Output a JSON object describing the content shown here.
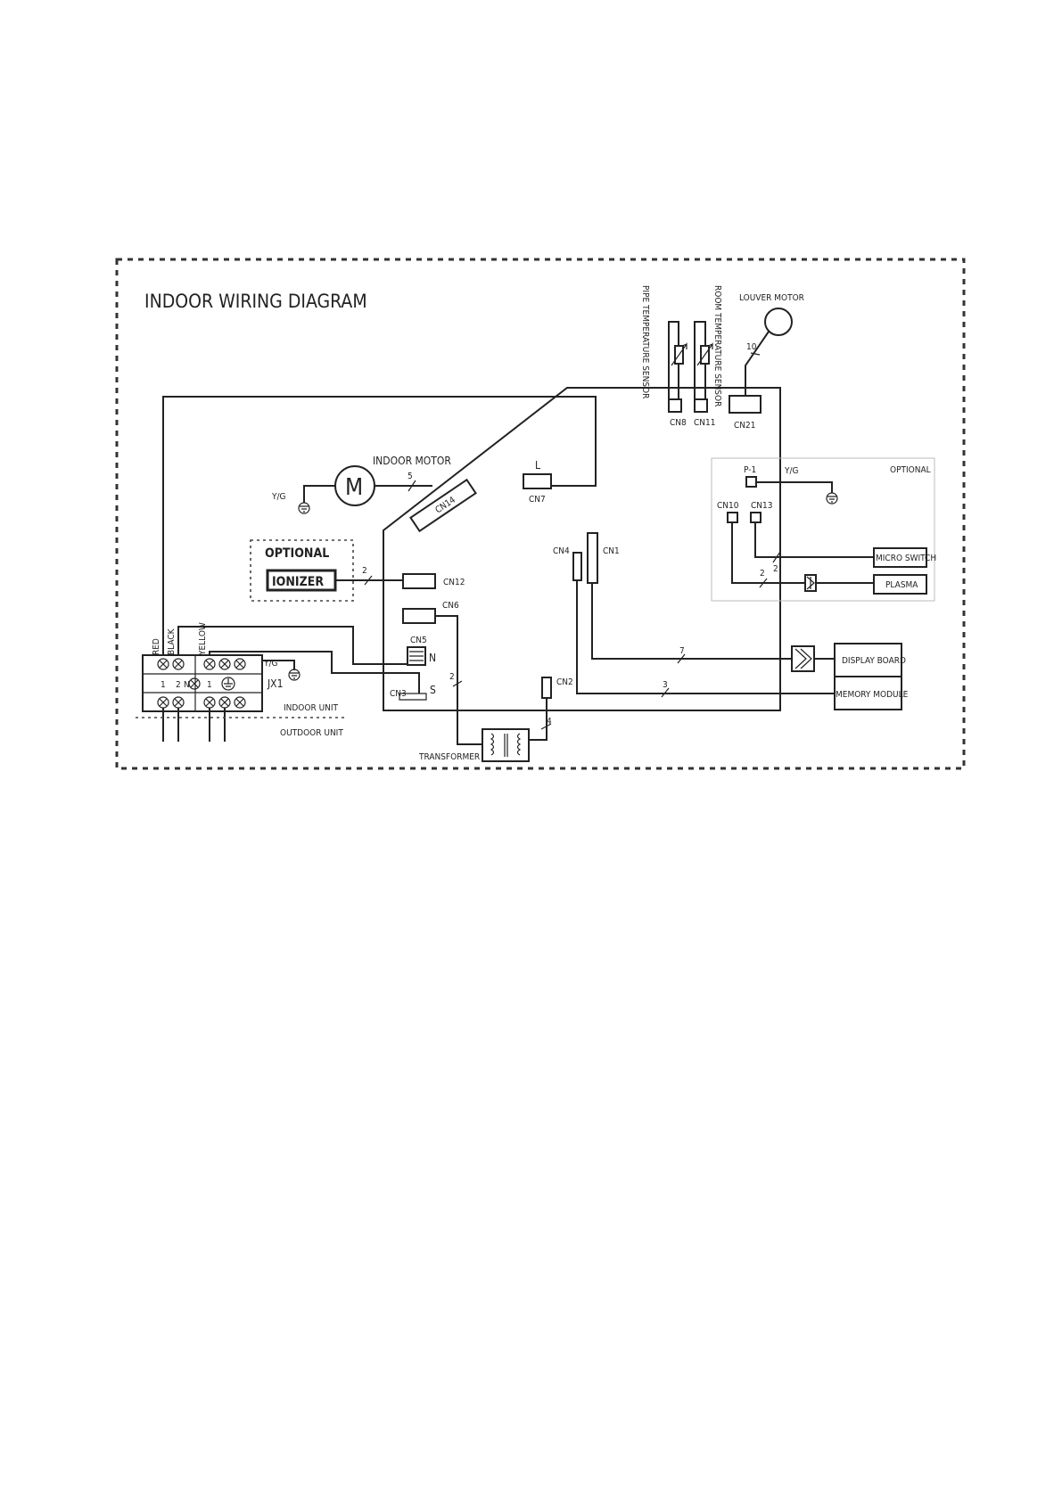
{
  "title": "INDOOR WIRING DIAGRAM",
  "components": {
    "pipe_sensor": "PIPE TEMPERATURE SENSOR",
    "room_sensor": "ROOM TEMPERATURE SENSOR",
    "louver_motor": "LOUVER MOTOR",
    "indoor_motor": "INDOOR MOTOR",
    "motor_symbol": "M",
    "ionizer": "IONIZER",
    "optional_ionizer": "OPTIONAL",
    "optional_right": "OPTIONAL",
    "micro_switch": "MICRO SWITCH",
    "plasma": "PLASMA",
    "display_board": "DISPLAY BOARD",
    "memory_module": "MEMORY MODULE",
    "transformer": "TRANSFORMER",
    "indoor_unit": "INDOOR UNIT",
    "outdoor_unit": "OUTDOOR UNIT",
    "terminal_block": "JX1"
  },
  "connectors": {
    "cn8": "CN8",
    "cn11": "CN11",
    "cn21": "CN21",
    "cn7": "CN7",
    "cn14": "CN14",
    "cn12": "CN12",
    "cn6": "CN6",
    "cn5": "CN5",
    "cn3": "CN3",
    "cn4": "CN4",
    "cn1": "CN1",
    "cn2": "CN2",
    "cn10": "CN10",
    "cn13": "CN13",
    "p1": "P-1",
    "l": "L",
    "n": "N",
    "s": "S"
  },
  "wire_colors": {
    "red": "RED",
    "black": "BLACK",
    "yellow": "YELLOW",
    "yg_motor": "Y/G",
    "yg_terminal": "Y/G",
    "yg_optional": "Y/G"
  },
  "wire_counts": {
    "louver": "10",
    "motor": "5",
    "ionizer": "2",
    "transformer_in": "2",
    "transformer_out": "4",
    "display": "7",
    "memory": "3",
    "micro_switch": "2",
    "plasma": "2"
  },
  "terminal_marks": [
    "1",
    "2",
    "N",
    "1"
  ]
}
